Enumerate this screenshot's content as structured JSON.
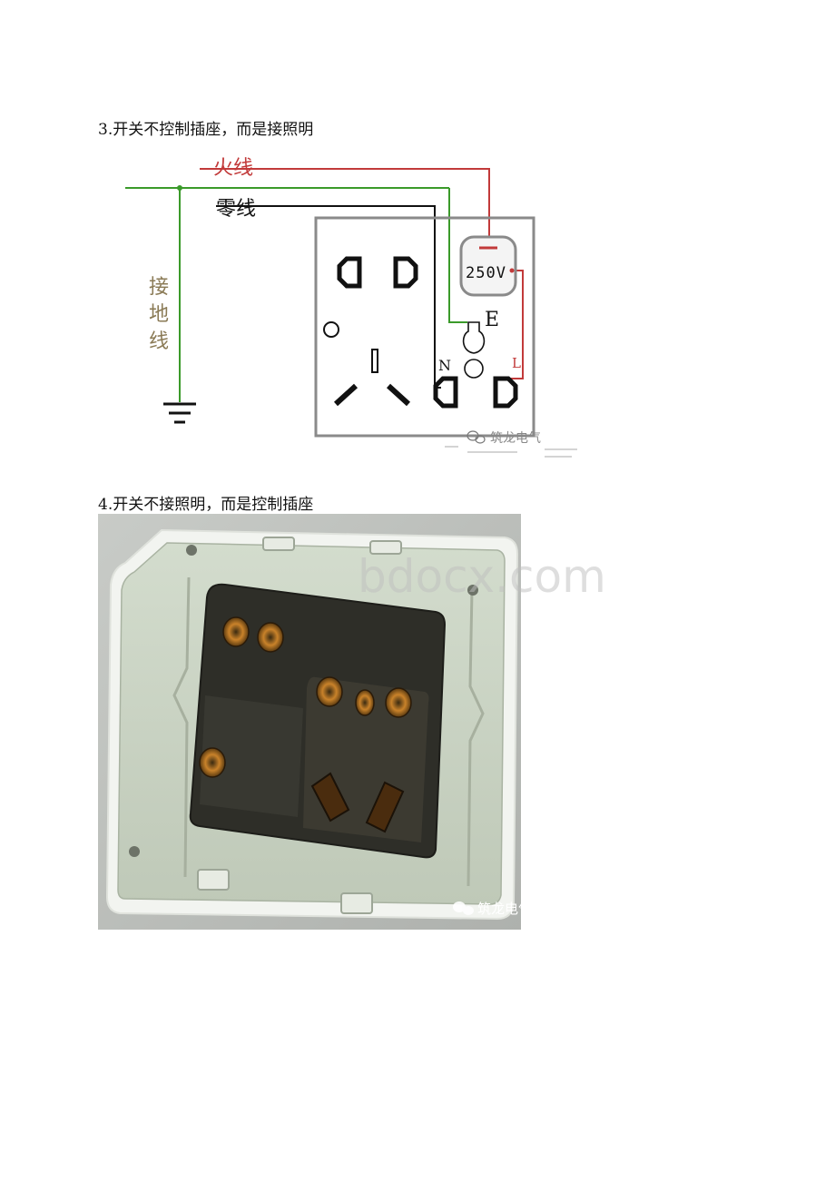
{
  "section3": {
    "heading": "3.开关不控制插座，而是接照明",
    "diagram": {
      "live_label": "火线",
      "neutral_label": "零线",
      "ground_label": "接地线",
      "voltage_label": "250V",
      "earth_terminal": "E",
      "neutral_terminal": "N",
      "live_terminal": "L",
      "credit": "筑龙电气",
      "colors": {
        "live": "#c23a3a",
        "neutral": "#111111",
        "ground": "#3a9a2a",
        "frame": "#8a8a8a"
      }
    }
  },
  "section4": {
    "heading": "4.开关不接照明，而是控制插座",
    "photo": {
      "credit": "筑龙电气",
      "watermark": "bdocx.com"
    }
  }
}
